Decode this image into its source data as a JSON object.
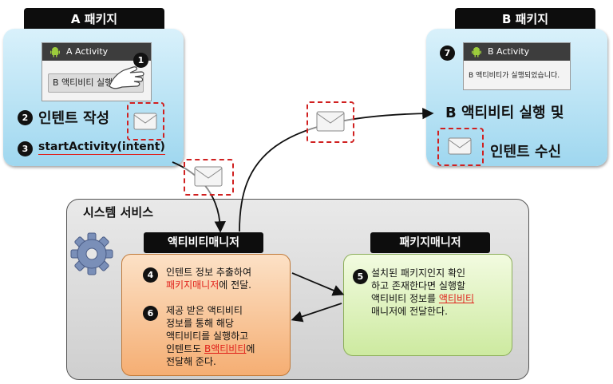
{
  "package_a": {
    "title": "A 패키지",
    "activity_title": "A Activity",
    "button_label": "B 액티비티 실행",
    "step1": "1",
    "step2": "2",
    "step2_label": "인텐트 작성",
    "step3": "3",
    "step3_label": "startActivity(intent)"
  },
  "package_b": {
    "title": "B 패키지",
    "step7": "7",
    "activity_title": "B Activity",
    "message": "B 액티비티가 실행되었습니다.",
    "label_line1": "B 액티비티 실행 및",
    "label_line2": "인텐트 수신"
  },
  "system_service": {
    "title": "시스템 서비스",
    "activity_manager": {
      "title": "액티비티매니저",
      "step4": "4",
      "step4_l1": "인텐트 정보 추출하여",
      "step4_l2_red": "패키지매니저",
      "step4_l2_rest": "에 전달.",
      "step6": "6",
      "step6_l1": "제공 받은 액티비티",
      "step6_l2": "정보를 통해 해당",
      "step6_l3": "액티비티를 실행하고",
      "step6_l4_a": "인텐트도 ",
      "step6_l4_red": "B액티비티",
      "step6_l4_b": "에",
      "step6_l5": "전달해 준다."
    },
    "package_manager": {
      "title": "패키지매니저",
      "step5": "5",
      "step5_l1": "설치된 패키지인지 확인",
      "step5_l2": "하고 존재한다면 실행할",
      "step5_l3_a": "액티비티 정보를 ",
      "step5_l3_red": "액티비티",
      "step5_l4": "매니저에 전달한다."
    }
  },
  "colors": {
    "package_fill": "#9fd7ef",
    "highlight_red": "#e0201a",
    "activity_manager_fill": "#f5ae73",
    "package_manager_fill": "#cdeaa0"
  },
  "icons": [
    "android-icon",
    "hand-pointer-icon",
    "envelope-icon",
    "gear-icon"
  ]
}
